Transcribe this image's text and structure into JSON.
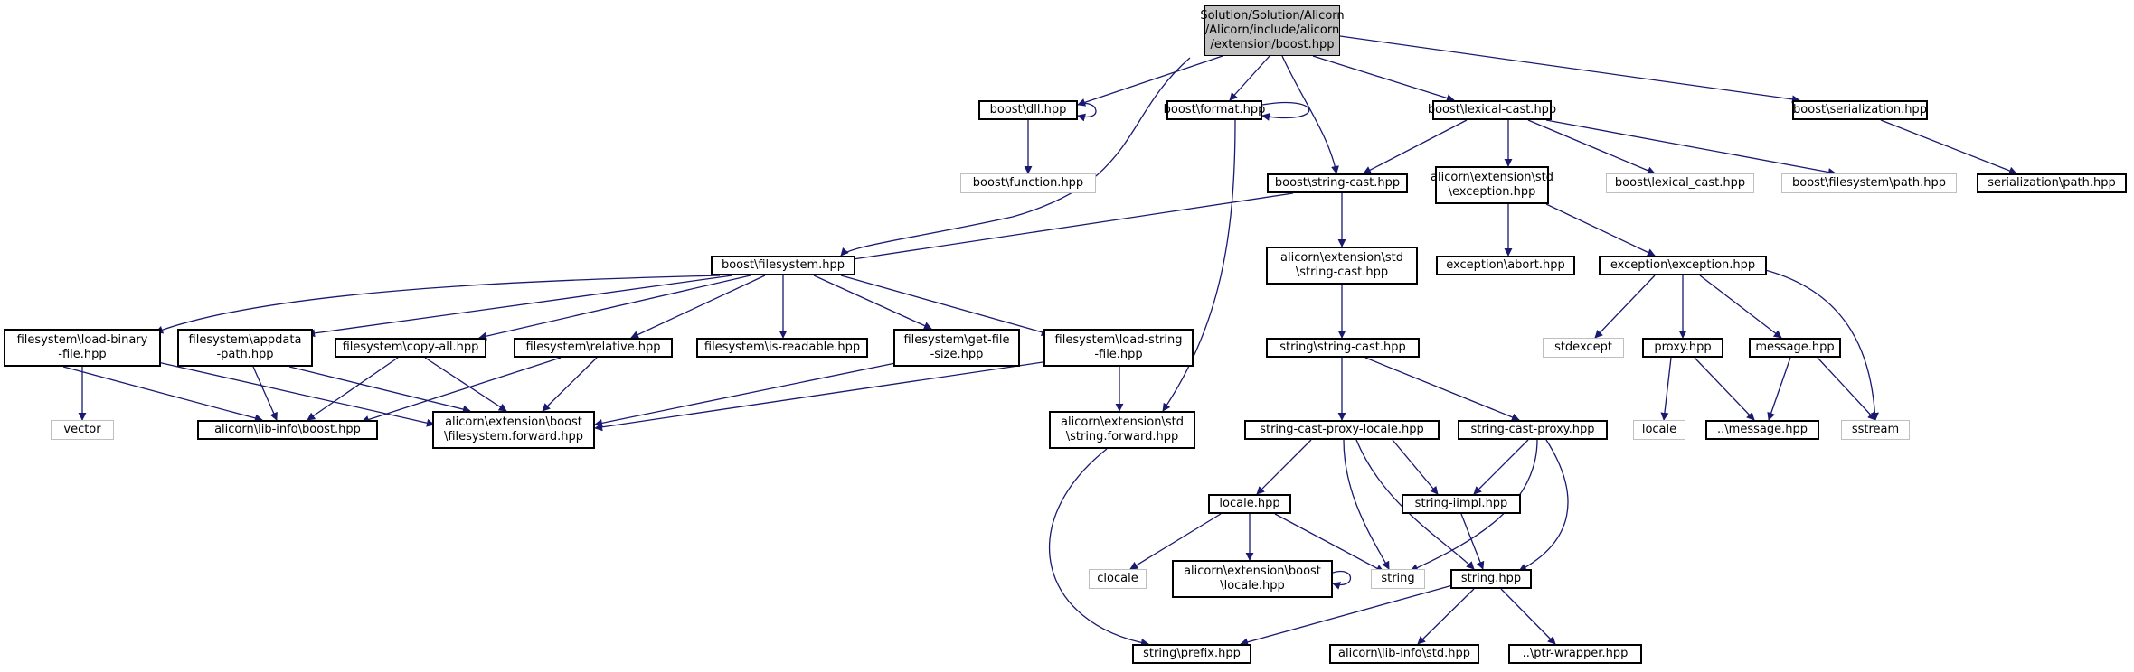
{
  "nodes": {
    "root": "Solution/Solution/Alicorn\n/Alicorn/include/alicorn\n/extension/boost.hpp",
    "dll": "boost\\dll.hpp",
    "format": "boost\\format.hpp",
    "lexical_cast": "boost\\lexical-cast.hpp",
    "serialization": "boost\\serialization.hpp",
    "function": "boost\\function.hpp",
    "string_cast": "boost\\string-cast.hpp",
    "std_exception": "alicorn\\extension\\std\n\\exception.hpp",
    "lexical_cast_ext": "boost\\lexical_cast.hpp",
    "filesystem_path": "boost\\filesystem\\path.hpp",
    "serialization_path": "serialization\\path.hpp",
    "filesystem": "boost\\filesystem.hpp",
    "std_string_cast": "alicorn\\extension\\std\n\\string-cast.hpp",
    "exception_abort": "exception\\abort.hpp",
    "exception_exception": "exception\\exception.hpp",
    "load_binary": "filesystem\\load-binary\n-file.hpp",
    "appdata": "filesystem\\appdata\n-path.hpp",
    "copy_all": "filesystem\\copy-all.hpp",
    "relative": "filesystem\\relative.hpp",
    "is_readable": "filesystem\\is-readable.hpp",
    "get_file_size": "filesystem\\get-file\n-size.hpp",
    "load_string": "filesystem\\load-string\n-file.hpp",
    "string_string_cast": "string\\string-cast.hpp",
    "stdexcept": "stdexcept",
    "proxy": "proxy.hpp",
    "message": "message.hpp",
    "vector": "vector",
    "libinfo_boost": "alicorn\\lib-info\\boost.hpp",
    "boost_fs_forward": "alicorn\\extension\\boost\n\\filesystem.forward.hpp",
    "std_string_forward": "alicorn\\extension\\std\n\\string.forward.hpp",
    "proxy_locale": "string-cast-proxy-locale.hpp",
    "cast_proxy": "string-cast-proxy.hpp",
    "locale_ext": "locale",
    "dot_message": "..\\message.hpp",
    "sstream": "sstream",
    "locale_hpp": "locale.hpp",
    "iimpl": "string-iimpl.hpp",
    "clocale": "clocale",
    "boost_locale": "alicorn\\extension\\boost\n\\locale.hpp",
    "string_ext": "string",
    "string_hpp": "string.hpp",
    "prefix": "string\\prefix.hpp",
    "libinfo_std": "alicorn\\lib-info\\std.hpp",
    "ptr_wrapper": "..\\ptr-wrapper.hpp"
  },
  "colors": {
    "edge": "#191970",
    "node_border": "#000000",
    "external_border": "#bfbfbf",
    "root_fill": "#bfbfbf"
  }
}
